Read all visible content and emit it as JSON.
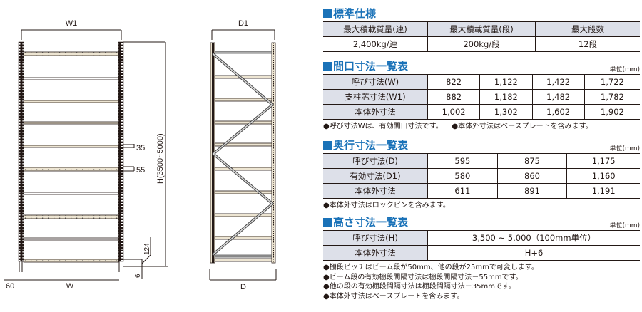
{
  "diagram": {
    "front": {
      "top_dim": "W1",
      "bottom_dim": "W",
      "left_offset": "60",
      "height_label": "H(3500~5000)",
      "pitch_small": "35",
      "pitch_beam": "55",
      "base_height": "124",
      "base_plate": "6"
    },
    "side": {
      "top_dim": "D1",
      "bottom_dim": "D"
    }
  },
  "standard_spec": {
    "title": "標準仕様",
    "headers": [
      "最大積載質量(連)",
      "最大積載質量(段)",
      "最大段数"
    ],
    "values": [
      "2,400kg/連",
      "200kg/段",
      "12段"
    ]
  },
  "width_table": {
    "title": "間口寸法一覧表",
    "unit": "単位(mm)",
    "rows": [
      {
        "label": "呼び寸法(W)",
        "values": [
          "822",
          "1,122",
          "1,422",
          "1,722"
        ]
      },
      {
        "label": "支柱芯寸法(W1)",
        "values": [
          "882",
          "1,182",
          "1,482",
          "1,782"
        ]
      },
      {
        "label": "本体外寸法",
        "values": [
          "1,002",
          "1,302",
          "1,602",
          "1,902"
        ]
      }
    ],
    "notes": [
      "●呼び寸法Wは、有効間口寸法です。",
      "●本体外寸法はベースプレートを含みます。"
    ]
  },
  "depth_table": {
    "title": "奥行寸法一覧表",
    "unit": "単位(mm)",
    "rows": [
      {
        "label": "呼び寸法(D)",
        "values": [
          "595",
          "875",
          "1,175"
        ]
      },
      {
        "label": "有効寸法(D1)",
        "values": [
          "580",
          "860",
          "1,160"
        ]
      },
      {
        "label": "本体外寸法",
        "values": [
          "611",
          "891",
          "1,191"
        ]
      }
    ],
    "notes": [
      "●本体外寸法はロックピンを含みます。"
    ]
  },
  "height_table": {
    "title": "高さ寸法一覧表",
    "unit": "単位(mm)",
    "rows": [
      {
        "label": "呼び寸法(H)",
        "value": "3,500 ~ 5,000（100mm単位）"
      },
      {
        "label": "本体外寸法",
        "value": "H+6"
      }
    ],
    "notes": [
      "●棚段ピッチはビーム段が50mm、他の段が25mmで可変します。",
      "●ビーム段の有効棚段間隔寸法は棚段間隔寸法－55mmです。",
      "●他の段の有効棚段間隔寸法は棚段間隔寸法－35mmです。",
      "●本体外寸法はベースプレートを含みます。"
    ]
  },
  "colors": {
    "title_blue": "#1a72b8",
    "header_bg": "#dde0e9",
    "shelf_fill": "#ede5d2",
    "line": "#231815"
  }
}
